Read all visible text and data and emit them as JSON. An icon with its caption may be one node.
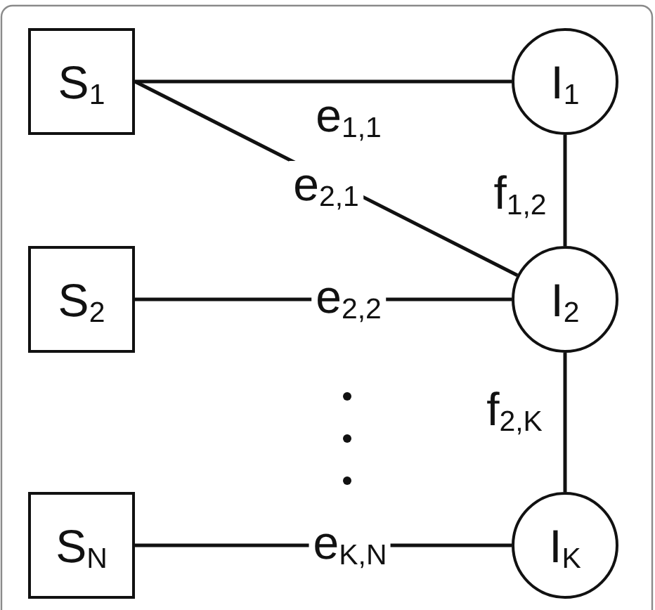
{
  "diagram": {
    "nodes": [
      {
        "text": [
          "S$_{1}$"
        ]
      },
      {
        "text": [
          "I$_{1}$"
        ]
      },
      {
        "text": [
          "S$_{2}$"
        ]
      },
      {
        "text": [
          "I$_{2}$"
        ]
      },
      {
        "text": [
          "S$_{N}$"
        ]
      },
      {
        "text": [
          "I$_{K}$"
        ]
      }
    ],
    "edges": [
      {
        "from": 0,
        "to": 1,
        "arrow": "none",
        "label": "e$_{1,1}$"
      },
      {
        "from": 0,
        "to": 3,
        "arrow": "none",
        "label": "e$_{2,1}$"
      },
      {
        "from": 1,
        "to": 3,
        "arrow": "none",
        "label": "f$_{1,2}$"
      },
      {
        "from": 2,
        "to": 3,
        "arrow": "none",
        "label": "e$_{2,2}$"
      },
      {
        "from": 3,
        "to": 5,
        "arrow": "none",
        "label": "f$_{2,K}$"
      },
      {
        "from": 4,
        "to": 5,
        "arrow": "none",
        "label": "e$_{K,N}$"
      }
    ]
  }
}
